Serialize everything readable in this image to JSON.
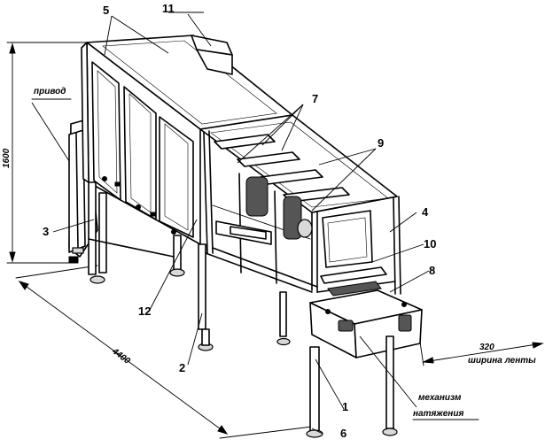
{
  "callouts": {
    "c1": "1",
    "c2": "2",
    "c3": "3",
    "c4": "4",
    "c5": "5",
    "c6": "6",
    "c7": "7",
    "c8": "8",
    "c9": "9",
    "c10": "10",
    "c11": "11",
    "c12": "12"
  },
  "labels": {
    "drive": "привод",
    "belt_width": "ширина ленты",
    "mechanism_line1": "механизм",
    "mechanism_line2": "натяжения"
  },
  "dimensions": {
    "height": "1600",
    "length": "4400",
    "belt": "320"
  }
}
